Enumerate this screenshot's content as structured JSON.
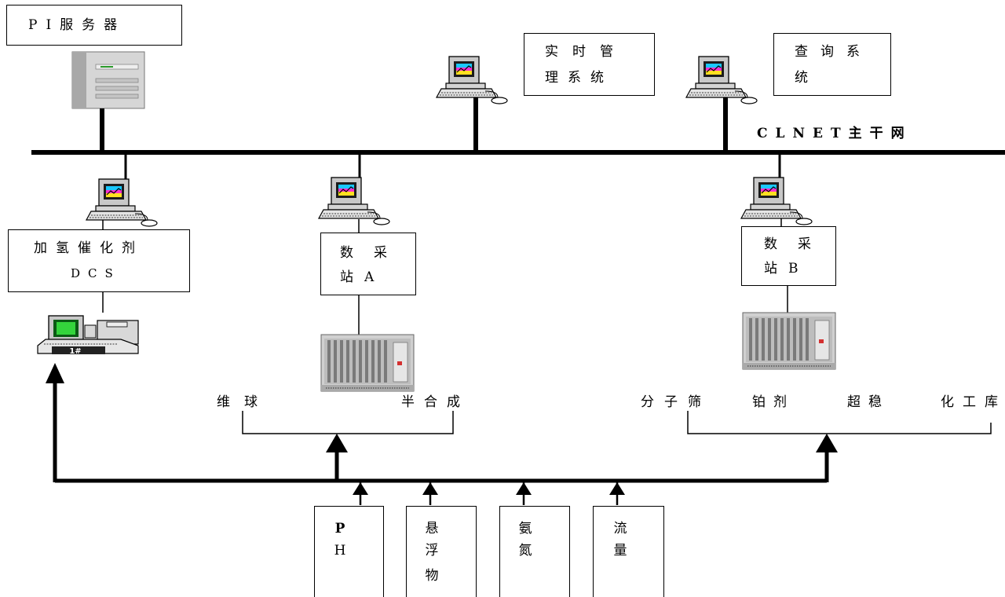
{
  "server": {
    "label": "PI服务器"
  },
  "backbone": {
    "label": "CLNET主干网"
  },
  "top_systems": [
    {
      "line1": "实时管",
      "line2": "理系统"
    },
    {
      "line1": "查询系",
      "line2": "统"
    }
  ],
  "dcs_box": {
    "line1": "加氢催化剂",
    "line2": "DCS"
  },
  "station_a": {
    "line1": "数采",
    "line2": "站A"
  },
  "station_b": {
    "line1": "数采",
    "line2": "站B"
  },
  "terminal_label": "1#",
  "left_group_labels": {
    "left": "维球",
    "right": "半合成"
  },
  "right_group_labels": {
    "a": "分子筛",
    "b": "铂剂",
    "c": "超稳",
    "d": "化工库"
  },
  "sensors": [
    {
      "chars": [
        "P",
        "H"
      ]
    },
    {
      "chars": [
        "悬",
        "浮",
        "物"
      ]
    },
    {
      "chars": [
        "氨",
        "氮"
      ]
    },
    {
      "chars": [
        "流",
        "量"
      ]
    }
  ]
}
